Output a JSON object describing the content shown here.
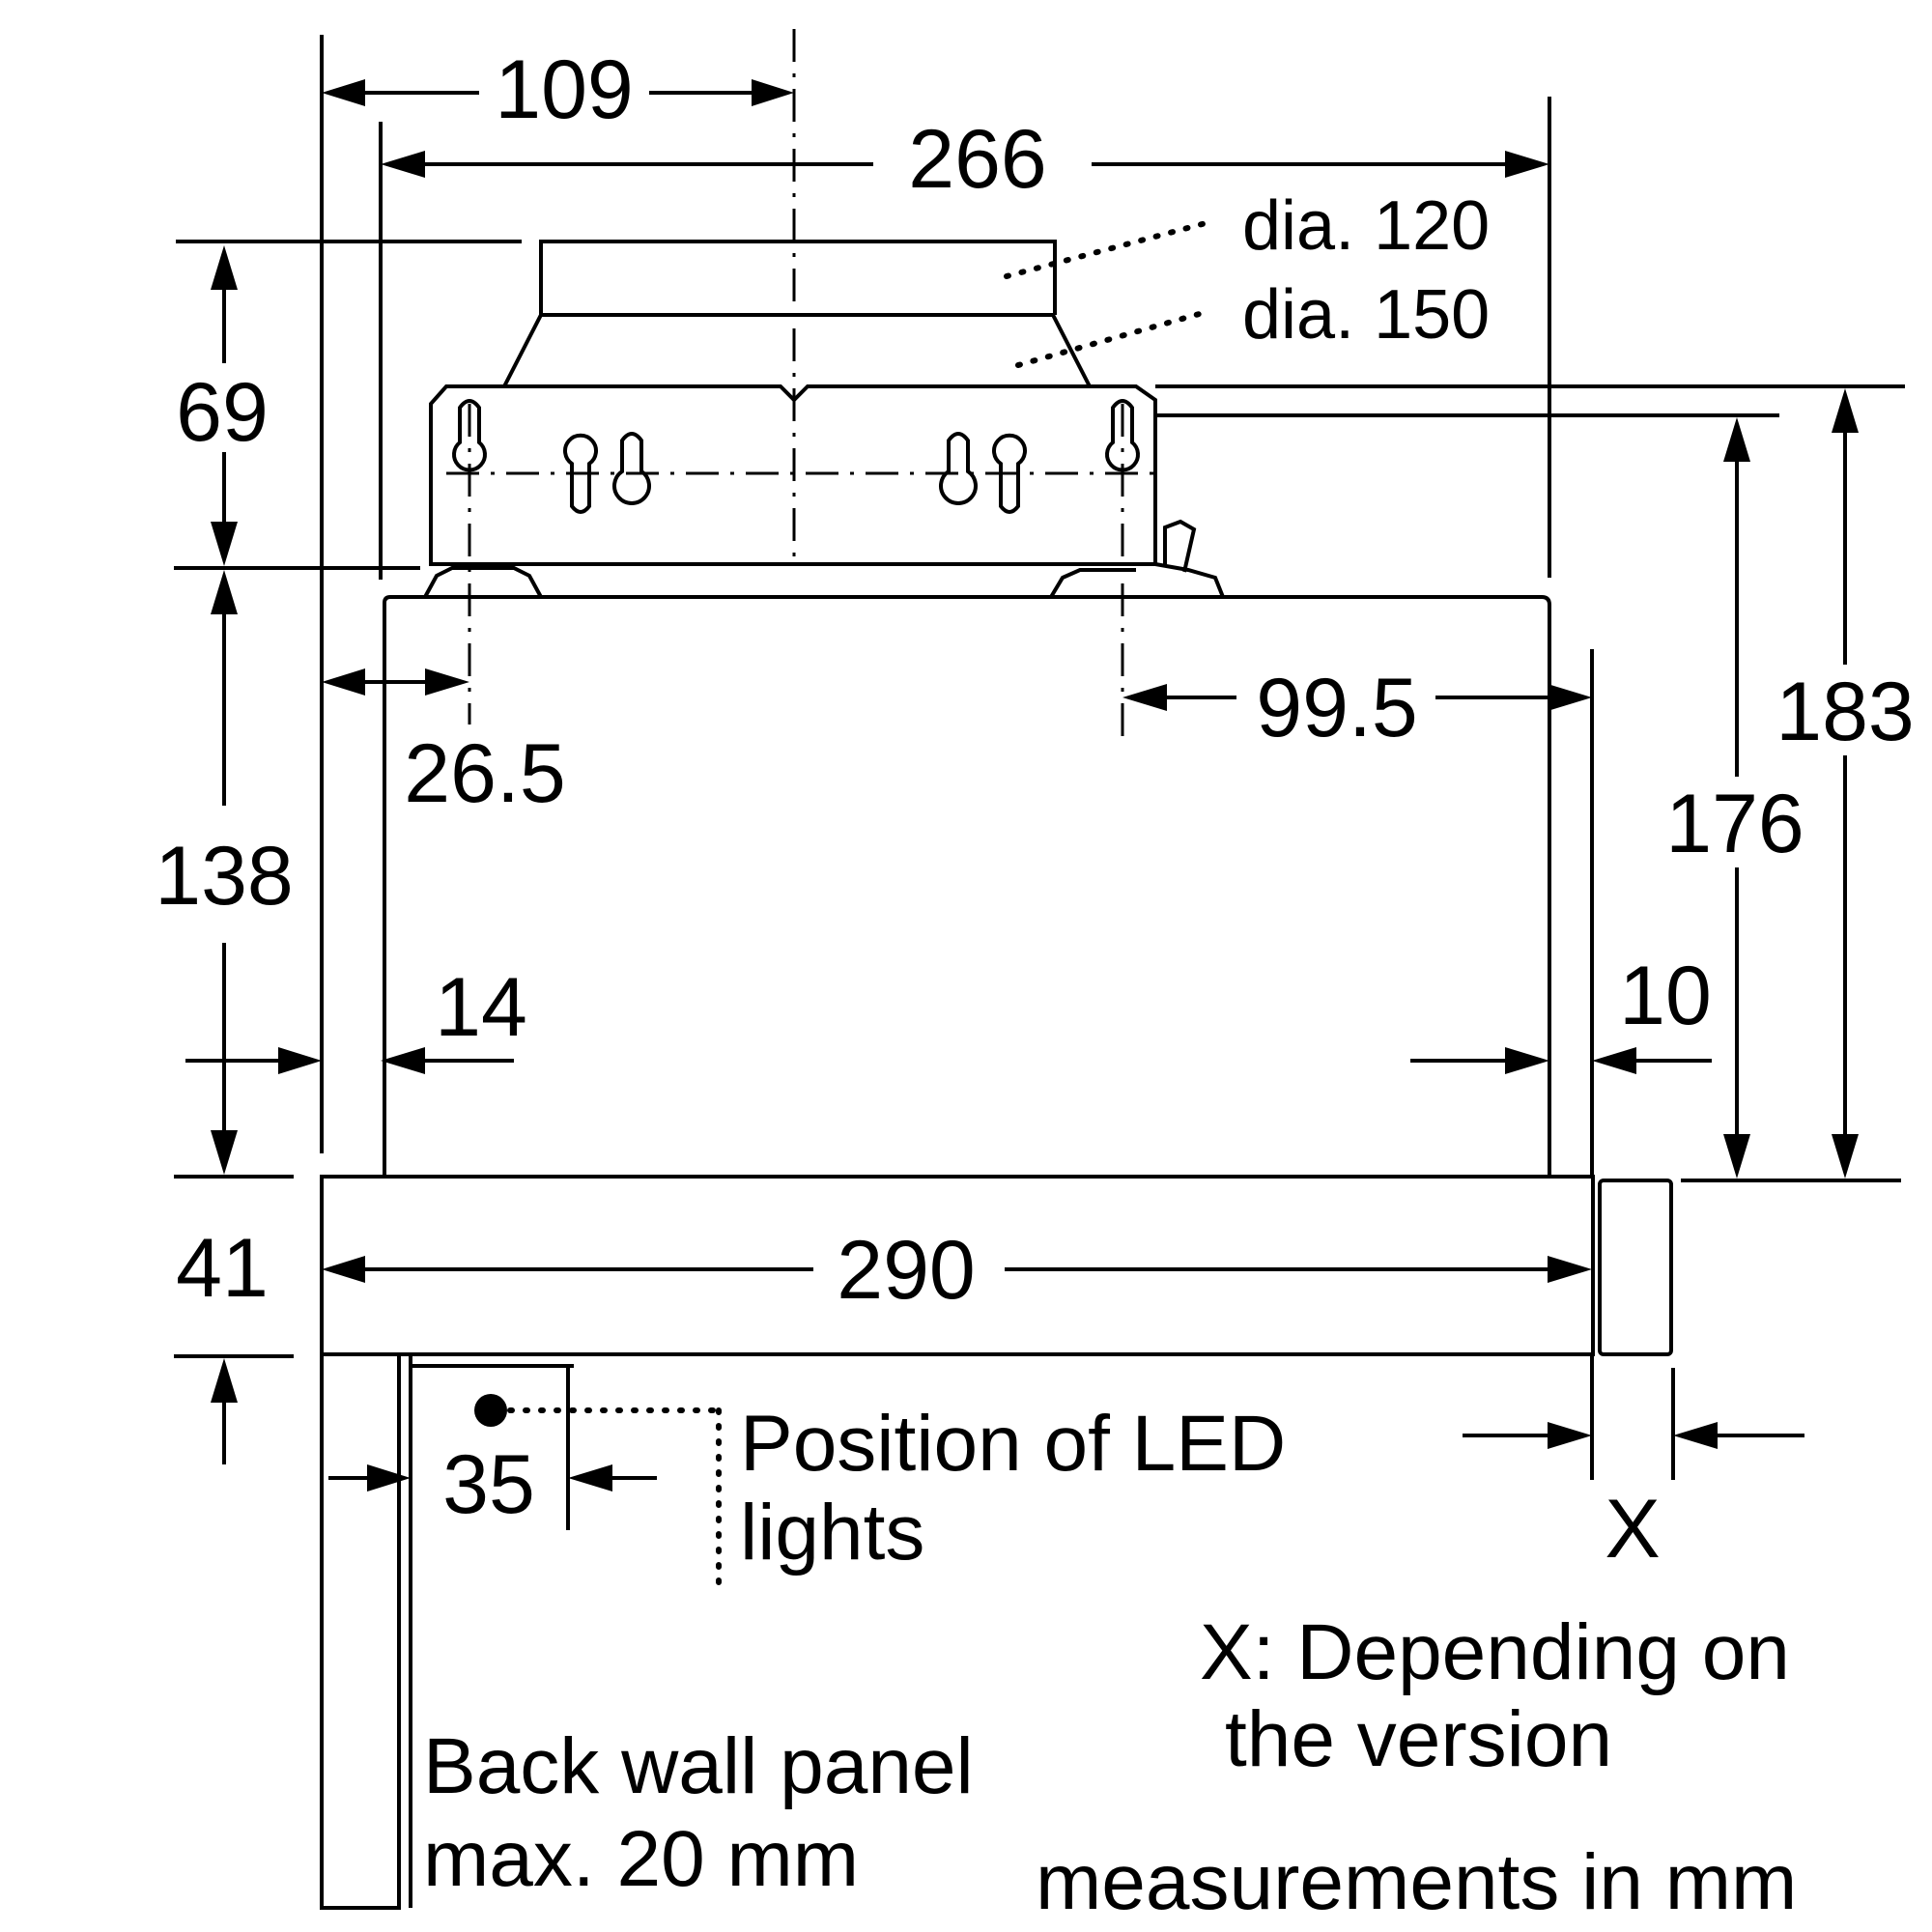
{
  "dimensions": {
    "d109": "109",
    "d266": "266",
    "d69": "69",
    "d138": "138",
    "d41": "41",
    "d26_5": "26.5",
    "d14": "14",
    "d99_5": "99.5",
    "d10": "10",
    "d176": "176",
    "d183": "183",
    "d290": "290",
    "d35": "35",
    "dx": "X"
  },
  "callouts": {
    "dia120": "dia. 120",
    "dia150": "dia. 150"
  },
  "notes": {
    "led_line1": "Position of LED",
    "led_line2": "lights",
    "x_line1": "X: Depending on",
    "x_line2": "the version",
    "panel_line1": "Back wall panel",
    "panel_line2": "max. 20 mm",
    "units": "measurements in mm"
  }
}
